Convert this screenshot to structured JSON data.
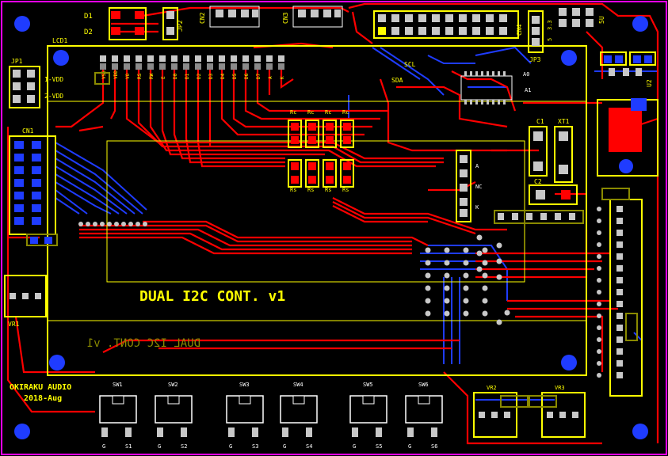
{
  "board": {
    "title": "DUAL I2C CONT. v1",
    "title_mirrored": "DUAL I2C CONT. v1",
    "maker": "OKIRAKU AUDIO",
    "date": "2018-Aug"
  },
  "labels": {
    "d1": "D1",
    "d2": "D2",
    "jp2": "JP2",
    "cn2": "CN2",
    "cn3": "CN3",
    "cn4": "CN4",
    "lcd1": "LCD1",
    "jp1": "JP1",
    "vdd1": "1-VDD",
    "vdd2": "2-VDD",
    "cn1": "CN1",
    "vr1": "VR1",
    "jp3": "JP3",
    "sda": "SDA",
    "scl": "SCL",
    "a0": "A0",
    "a1": "A1",
    "c1": "C1",
    "xt1": "XT1",
    "c2": "C2",
    "rc": "Rc",
    "rs": "Rs",
    "a": "A",
    "nc": "NC",
    "k": "K",
    "u2": "U2",
    "vr2": "VR2",
    "vr3": "VR3",
    "v5": "5",
    "v33": "3.3",
    "v5u": "5U",
    "g": "G",
    "switches": [
      {
        "name": "SW1",
        "pin": "S1"
      },
      {
        "name": "SW2",
        "pin": "S2"
      },
      {
        "name": "SW3",
        "pin": "S3"
      },
      {
        "name": "SW4",
        "pin": "S4"
      },
      {
        "name": "SW5",
        "pin": "S5"
      },
      {
        "name": "SW6",
        "pin": "S6"
      }
    ],
    "lcd_pins": [
      "VSS",
      "VDD",
      "VO",
      "RS",
      "RW",
      "E",
      "D0",
      "D1",
      "D2",
      "D3",
      "D4",
      "D5",
      "D6",
      "D7",
      "A",
      "K"
    ]
  },
  "colors": {
    "background": "#000000",
    "top_copper": "#ff0000",
    "bottom_copper": "#1f3cff",
    "silkscreen": "#ffff00",
    "bottom_silk": "#8a8a00",
    "pad": "#c8c8c8",
    "outline": "#ff00ff"
  }
}
